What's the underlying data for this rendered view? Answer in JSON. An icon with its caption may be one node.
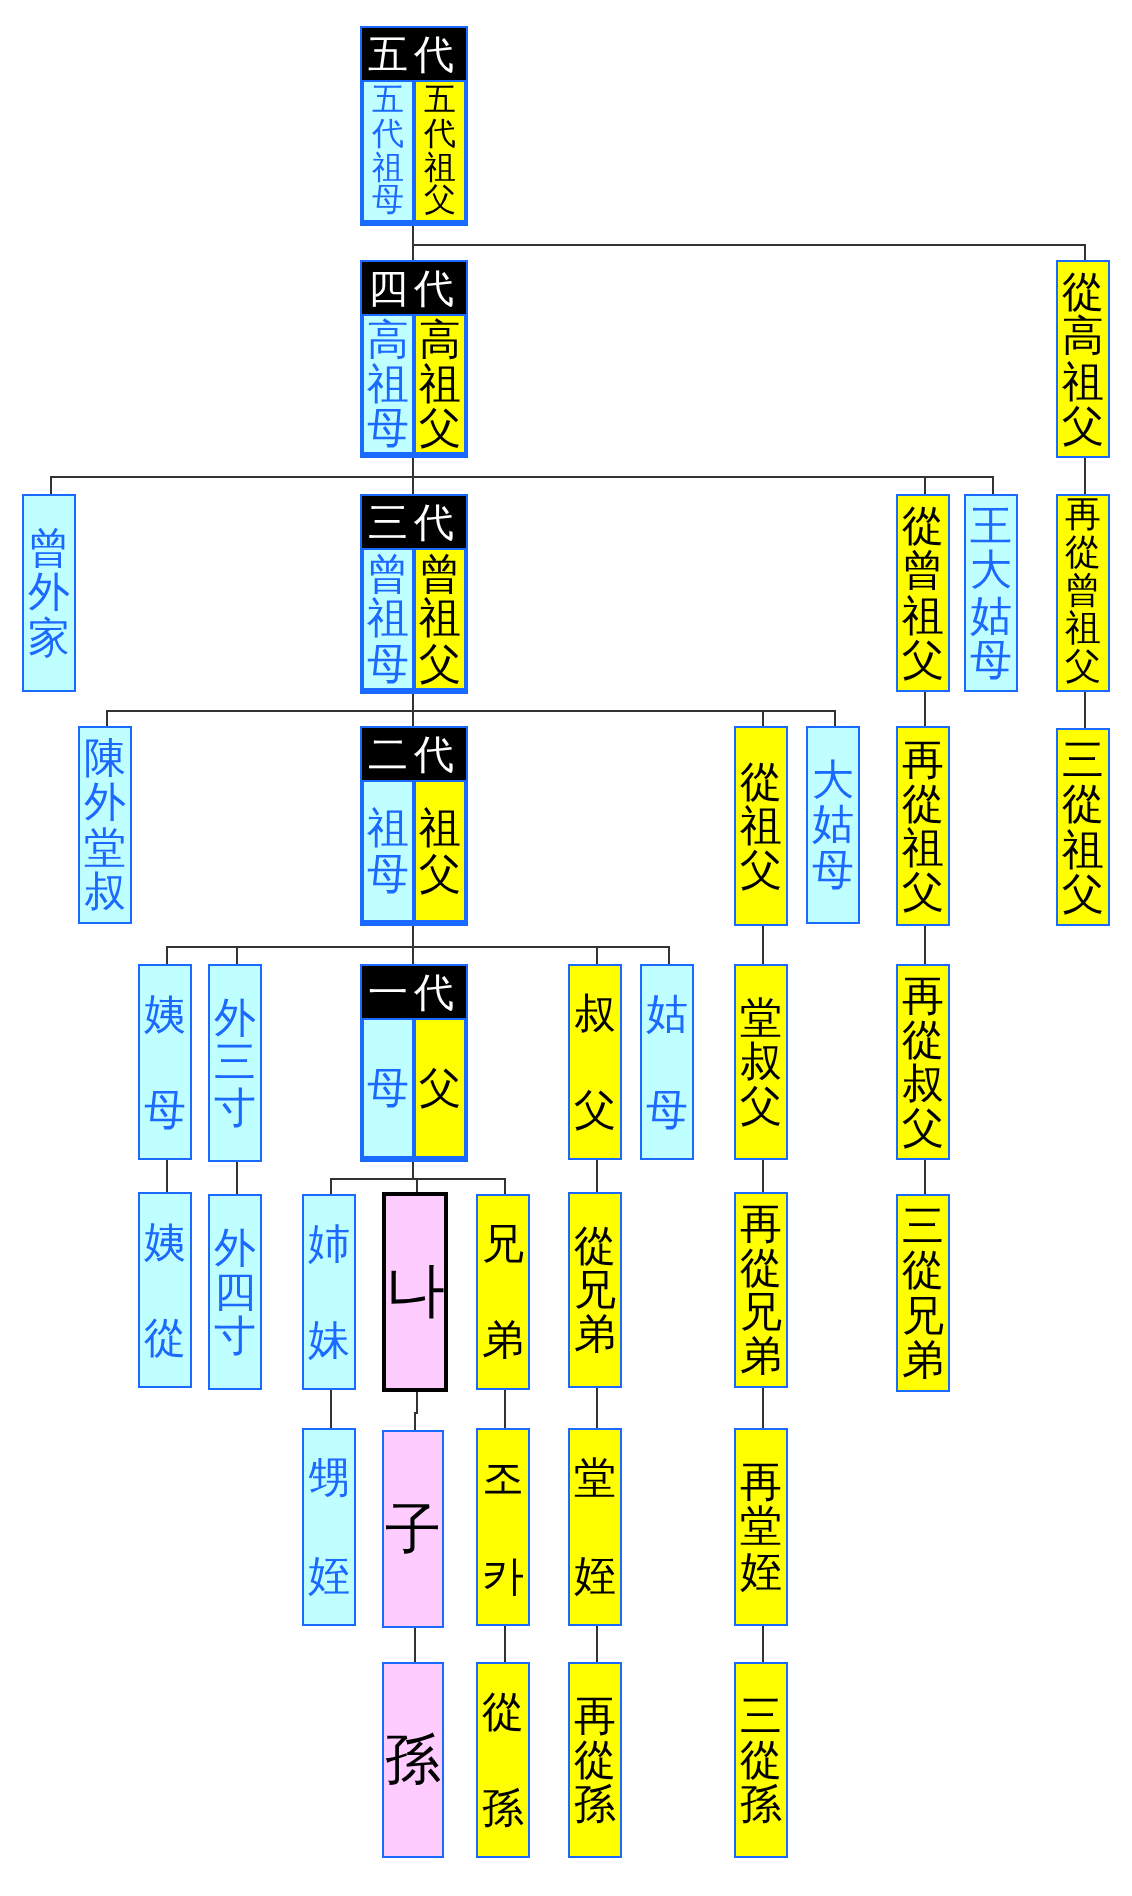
{
  "diagram": {
    "nodes": [
      {
        "text": [
          "五代"
        ]
      },
      {
        "text": [
          "五代祖母"
        ],
        "in": 0
      },
      {
        "text": [
          "五代祖父"
        ],
        "in": 0
      },
      {
        "text": [
          "從高祖父"
        ]
      },
      {
        "text": [
          "四代"
        ]
      },
      {
        "text": [
          "高祖母"
        ],
        "in": 4
      },
      {
        "text": [
          "高祖父"
        ],
        "in": 4
      },
      {
        "text": [
          "曾外家"
        ]
      },
      {
        "text": [
          "三代"
        ]
      },
      {
        "text": [
          "曾祖母"
        ],
        "in": 8
      },
      {
        "text": [
          "曾祖父"
        ],
        "in": 8
      },
      {
        "text": [
          "從曾祖父"
        ]
      },
      {
        "text": [
          "王大姑母"
        ]
      },
      {
        "text": [
          "再從曾祖父"
        ]
      },
      {
        "text": [
          "陳外堂叔"
        ]
      },
      {
        "text": [
          "二代"
        ]
      },
      {
        "text": [
          "祖母"
        ],
        "in": 15
      },
      {
        "text": [
          "祖父"
        ],
        "in": 15
      },
      {
        "text": [
          "從祖父"
        ]
      },
      {
        "text": [
          "大姑母"
        ]
      },
      {
        "text": [
          "再從祖父"
        ]
      },
      {
        "text": [
          "三從祖父"
        ]
      },
      {
        "text": [
          "姨母"
        ]
      },
      {
        "text": [
          "外三寸"
        ]
      },
      {
        "text": [
          "一代"
        ]
      },
      {
        "text": [
          "母"
        ],
        "in": 24
      },
      {
        "text": [
          "父"
        ],
        "in": 24
      },
      {
        "text": [
          "叔父"
        ]
      },
      {
        "text": [
          "姑母"
        ]
      },
      {
        "text": [
          "堂叔父"
        ]
      },
      {
        "text": [
          "再從叔父"
        ]
      },
      {
        "text": [
          "姨從"
        ]
      },
      {
        "text": [
          "外四寸"
        ]
      },
      {
        "text": [
          "姉妹"
        ]
      },
      {
        "text": [
          "나"
        ]
      },
      {
        "text": [
          "兄弟"
        ]
      },
      {
        "text": [
          "從兄弟"
        ]
      },
      {
        "text": [
          "再從兄弟"
        ]
      },
      {
        "text": [
          "三從兄弟"
        ]
      },
      {
        "text": [
          "甥姪"
        ]
      },
      {
        "text": [
          "子"
        ]
      },
      {
        "text": [
          "조카"
        ]
      },
      {
        "text": [
          "堂姪"
        ]
      },
      {
        "text": [
          "再堂姪"
        ]
      },
      {
        "text": [
          "孫"
        ]
      },
      {
        "text": [
          "從孫"
        ]
      },
      {
        "text": [
          "再從孫"
        ]
      },
      {
        "text": [
          "三從孫"
        ]
      }
    ],
    "edges": [
      {
        "from": 0,
        "to": 4,
        "arrow": "none"
      },
      {
        "from": 0,
        "to": 3,
        "arrow": "none"
      },
      {
        "from": 3,
        "to": 13,
        "arrow": "none"
      },
      {
        "from": 13,
        "to": 21,
        "arrow": "none"
      },
      {
        "from": 4,
        "to": 7,
        "arrow": "none"
      },
      {
        "from": 4,
        "to": 8,
        "arrow": "none"
      },
      {
        "from": 4,
        "to": 11,
        "arrow": "none"
      },
      {
        "from": 4,
        "to": 12,
        "arrow": "none"
      },
      {
        "from": 11,
        "to": 20,
        "arrow": "none"
      },
      {
        "from": 20,
        "to": 30,
        "arrow": "none"
      },
      {
        "from": 30,
        "to": 38,
        "arrow": "none"
      },
      {
        "from": 8,
        "to": 14,
        "arrow": "none"
      },
      {
        "from": 8,
        "to": 15,
        "arrow": "none"
      },
      {
        "from": 8,
        "to": 18,
        "arrow": "none"
      },
      {
        "from": 8,
        "to": 19,
        "arrow": "none"
      },
      {
        "from": 18,
        "to": 29,
        "arrow": "none"
      },
      {
        "from": 29,
        "to": 37,
        "arrow": "none"
      },
      {
        "from": 37,
        "to": 43,
        "arrow": "none"
      },
      {
        "from": 43,
        "to": 47,
        "arrow": "none"
      },
      {
        "from": 15,
        "to": 22,
        "arrow": "none"
      },
      {
        "from": 15,
        "to": 23,
        "arrow": "none"
      },
      {
        "from": 15,
        "to": 24,
        "arrow": "none"
      },
      {
        "from": 15,
        "to": 27,
        "arrow": "none"
      },
      {
        "from": 15,
        "to": 28,
        "arrow": "none"
      },
      {
        "from": 22,
        "to": 31,
        "arrow": "none"
      },
      {
        "from": 23,
        "to": 32,
        "arrow": "none"
      },
      {
        "from": 27,
        "to": 36,
        "arrow": "none"
      },
      {
        "from": 36,
        "to": 42,
        "arrow": "none"
      },
      {
        "from": 42,
        "to": 46,
        "arrow": "none"
      },
      {
        "from": 24,
        "to": 33,
        "arrow": "none"
      },
      {
        "from": 24,
        "to": 34,
        "arrow": "none"
      },
      {
        "from": 24,
        "to": 35,
        "arrow": "none"
      },
      {
        "from": 33,
        "to": 39,
        "arrow": "none"
      },
      {
        "from": 34,
        "to": 40,
        "arrow": "none"
      },
      {
        "from": 40,
        "to": 44,
        "arrow": "none"
      },
      {
        "from": 35,
        "to": 41,
        "arrow": "none"
      },
      {
        "from": 41,
        "to": 45,
        "arrow": "none"
      }
    ]
  }
}
